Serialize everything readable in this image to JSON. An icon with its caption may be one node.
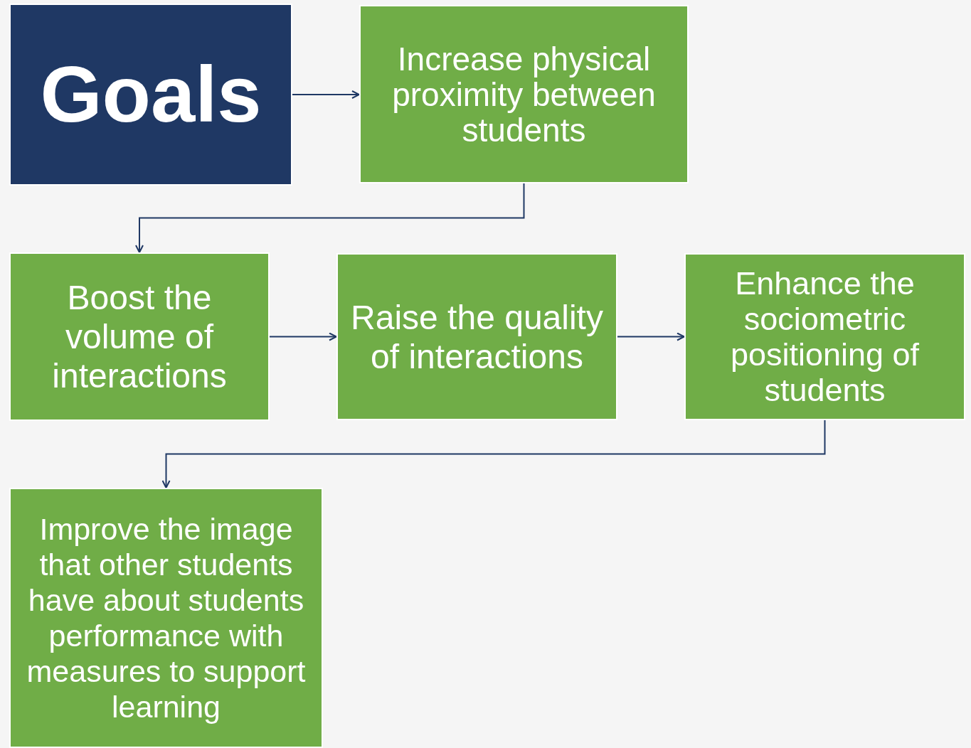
{
  "diagram": {
    "nodes": [
      {
        "text": [
          "Goals"
        ]
      },
      {
        "text": [
          "Increase physical proximity between students"
        ]
      },
      {
        "text": [
          "Boost the volume of interactions"
        ]
      },
      {
        "text": [
          "Raise the quality of interactions"
        ]
      },
      {
        "text": [
          "Enhance the sociometric positioning of students"
        ]
      },
      {
        "text": [
          "Improve the image that other students have about students performance with measures to support learning"
        ]
      }
    ],
    "edges": [
      {
        "from": 0,
        "to": 1,
        "arrow": "to"
      },
      {
        "from": 1,
        "to": 2,
        "arrow": "to"
      },
      {
        "from": 2,
        "to": 3,
        "arrow": "to"
      },
      {
        "from": 3,
        "to": 4,
        "arrow": "to"
      },
      {
        "from": 4,
        "to": 5,
        "arrow": "to"
      }
    ]
  }
}
